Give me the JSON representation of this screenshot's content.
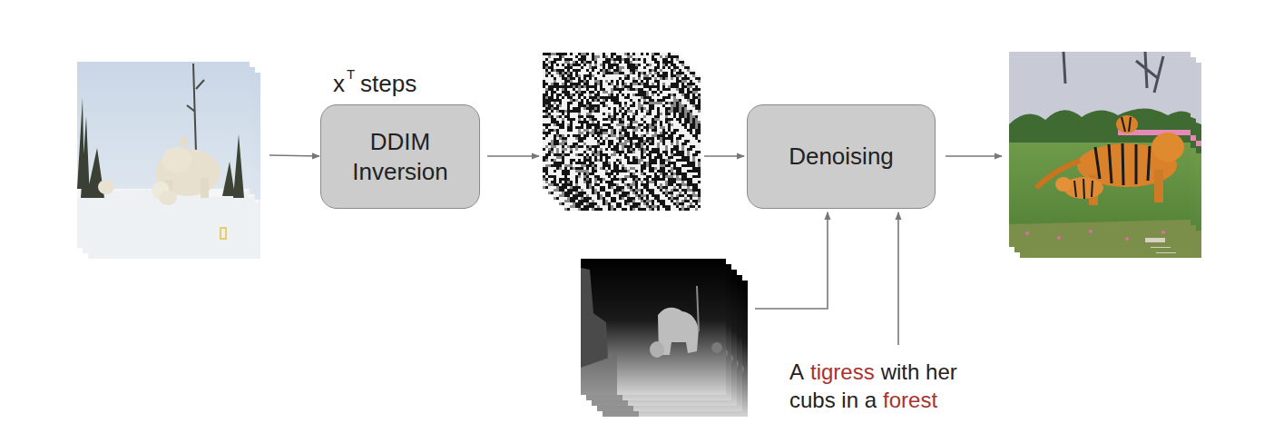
{
  "diagram": {
    "nodes": [
      {
        "text": [
          "DDIM Inversion"
        ]
      },
      {
        "text": [
          "Denoising"
        ]
      }
    ],
    "labels": [
      "x",
      "T",
      "steps",
      "A",
      "tigress",
      "with her",
      "cubs in a",
      "forest"
    ]
  }
}
